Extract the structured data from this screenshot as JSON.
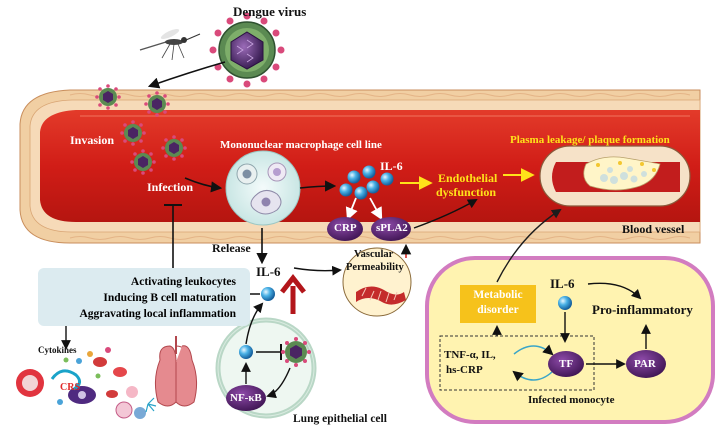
{
  "labels": {
    "dengue_virus": "Dengue virus",
    "invasion": "Invasion",
    "infection": "Infection",
    "macrophage_line": "Mononuclear macrophage cell line",
    "il6_top": "IL-6",
    "endothelial_1": "Endothelial",
    "endothelial_2": "dysfunction",
    "plasma": "Plasma leakage/ plaque formation",
    "blood_vessel": "Blood vessel",
    "crp": "CRP",
    "spla2": "sPLA2",
    "vascular": "Vascular",
    "permeability": "Permeability",
    "release": "Release",
    "il6_mid": "IL-6",
    "effect_1": "Activating leukocytes",
    "effect_2": "Inducing B cell maturation",
    "effect_3": "Aggravating local inflammation",
    "cytokines": "Cytokines",
    "crs": "CRS",
    "nfkb": "NF-κB",
    "lung_cell": "Lung epithelial cell",
    "metabolic_1": "Metabolic",
    "metabolic_2": "disorder",
    "il6_right": "IL-6",
    "pro_inflammatory": "Pro-inflammatory",
    "tnf_1": "TNF-α, IL,",
    "tnf_2": "hs-CRP",
    "tf": "TF",
    "par": "PAR",
    "infected_monocyte": "Infected monocyte"
  },
  "colors": {
    "vessel_red": "#d8231c",
    "vessel_wall": "#f1cfa3",
    "effects_box": "#dcebf0",
    "monocyte_panel": "#fff3b0",
    "monocyte_border": "#d27cc0",
    "purple_node": "#5a2474",
    "metabolic_box": "#f6c21b",
    "inhibit_arrow": "#b3161b",
    "il6_sphere": "#3aa3dd"
  }
}
